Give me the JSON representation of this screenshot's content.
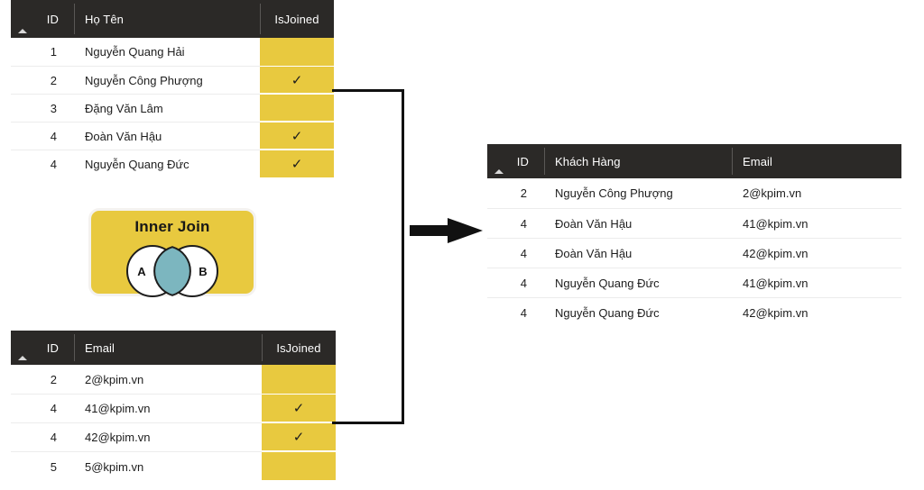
{
  "source_table_people": {
    "name": "people-table",
    "columns": [
      "ID",
      "Họ Tên",
      "IsJoined"
    ],
    "sort_indicator": "ascending",
    "rows": [
      {
        "id": "1",
        "name": "Nguyễn Quang Hải",
        "joined": ""
      },
      {
        "id": "2",
        "name": "Nguyễn Công Phượng",
        "joined": "✓"
      },
      {
        "id": "3",
        "name": "Đặng Văn Lâm",
        "joined": ""
      },
      {
        "id": "4",
        "name": "Đoàn Văn Hậu",
        "joined": "✓"
      },
      {
        "id": "4",
        "name": "Nguyễn Quang Đức",
        "joined": "✓"
      }
    ]
  },
  "source_table_email": {
    "name": "email-table",
    "columns": [
      "ID",
      "Email",
      "IsJoined"
    ],
    "sort_indicator": "ascending",
    "rows": [
      {
        "id": "2",
        "email": "2@kpim.vn",
        "joined": ""
      },
      {
        "id": "4",
        "email": "41@kpim.vn",
        "joined": "✓"
      },
      {
        "id": "4",
        "email": "42@kpim.vn",
        "joined": "✓"
      },
      {
        "id": "5",
        "email": "5@kpim.vn",
        "joined": ""
      }
    ]
  },
  "result_table": {
    "name": "result-table",
    "columns": [
      "ID",
      "Khách Hàng",
      "Email"
    ],
    "sort_indicator": "ascending",
    "rows": [
      {
        "id": "2",
        "customer": "Nguyễn Công Phượng",
        "email": "2@kpim.vn"
      },
      {
        "id": "4",
        "customer": "Đoàn Văn Hậu",
        "email": "41@kpim.vn"
      },
      {
        "id": "4",
        "customer": "Đoàn Văn Hậu",
        "email": "42@kpim.vn"
      },
      {
        "id": "4",
        "customer": "Nguyễn Quang Đức",
        "email": "41@kpim.vn"
      },
      {
        "id": "4",
        "customer": "Nguyễn Quang Đức",
        "email": "42@kpim.vn"
      }
    ]
  },
  "join_badge": {
    "title": "Inner Join",
    "left_set_label": "A",
    "right_set_label": "B",
    "highlight_region": "intersection"
  },
  "colors": {
    "header_dark": "#2b2927",
    "flag_yellow": "#e8c93f",
    "venn_intersection": "#7cb6bf",
    "arrow_black": "#111111",
    "row_divider": "#ececec"
  },
  "connector": {
    "bracket_label": "",
    "arrow_label": ""
  }
}
